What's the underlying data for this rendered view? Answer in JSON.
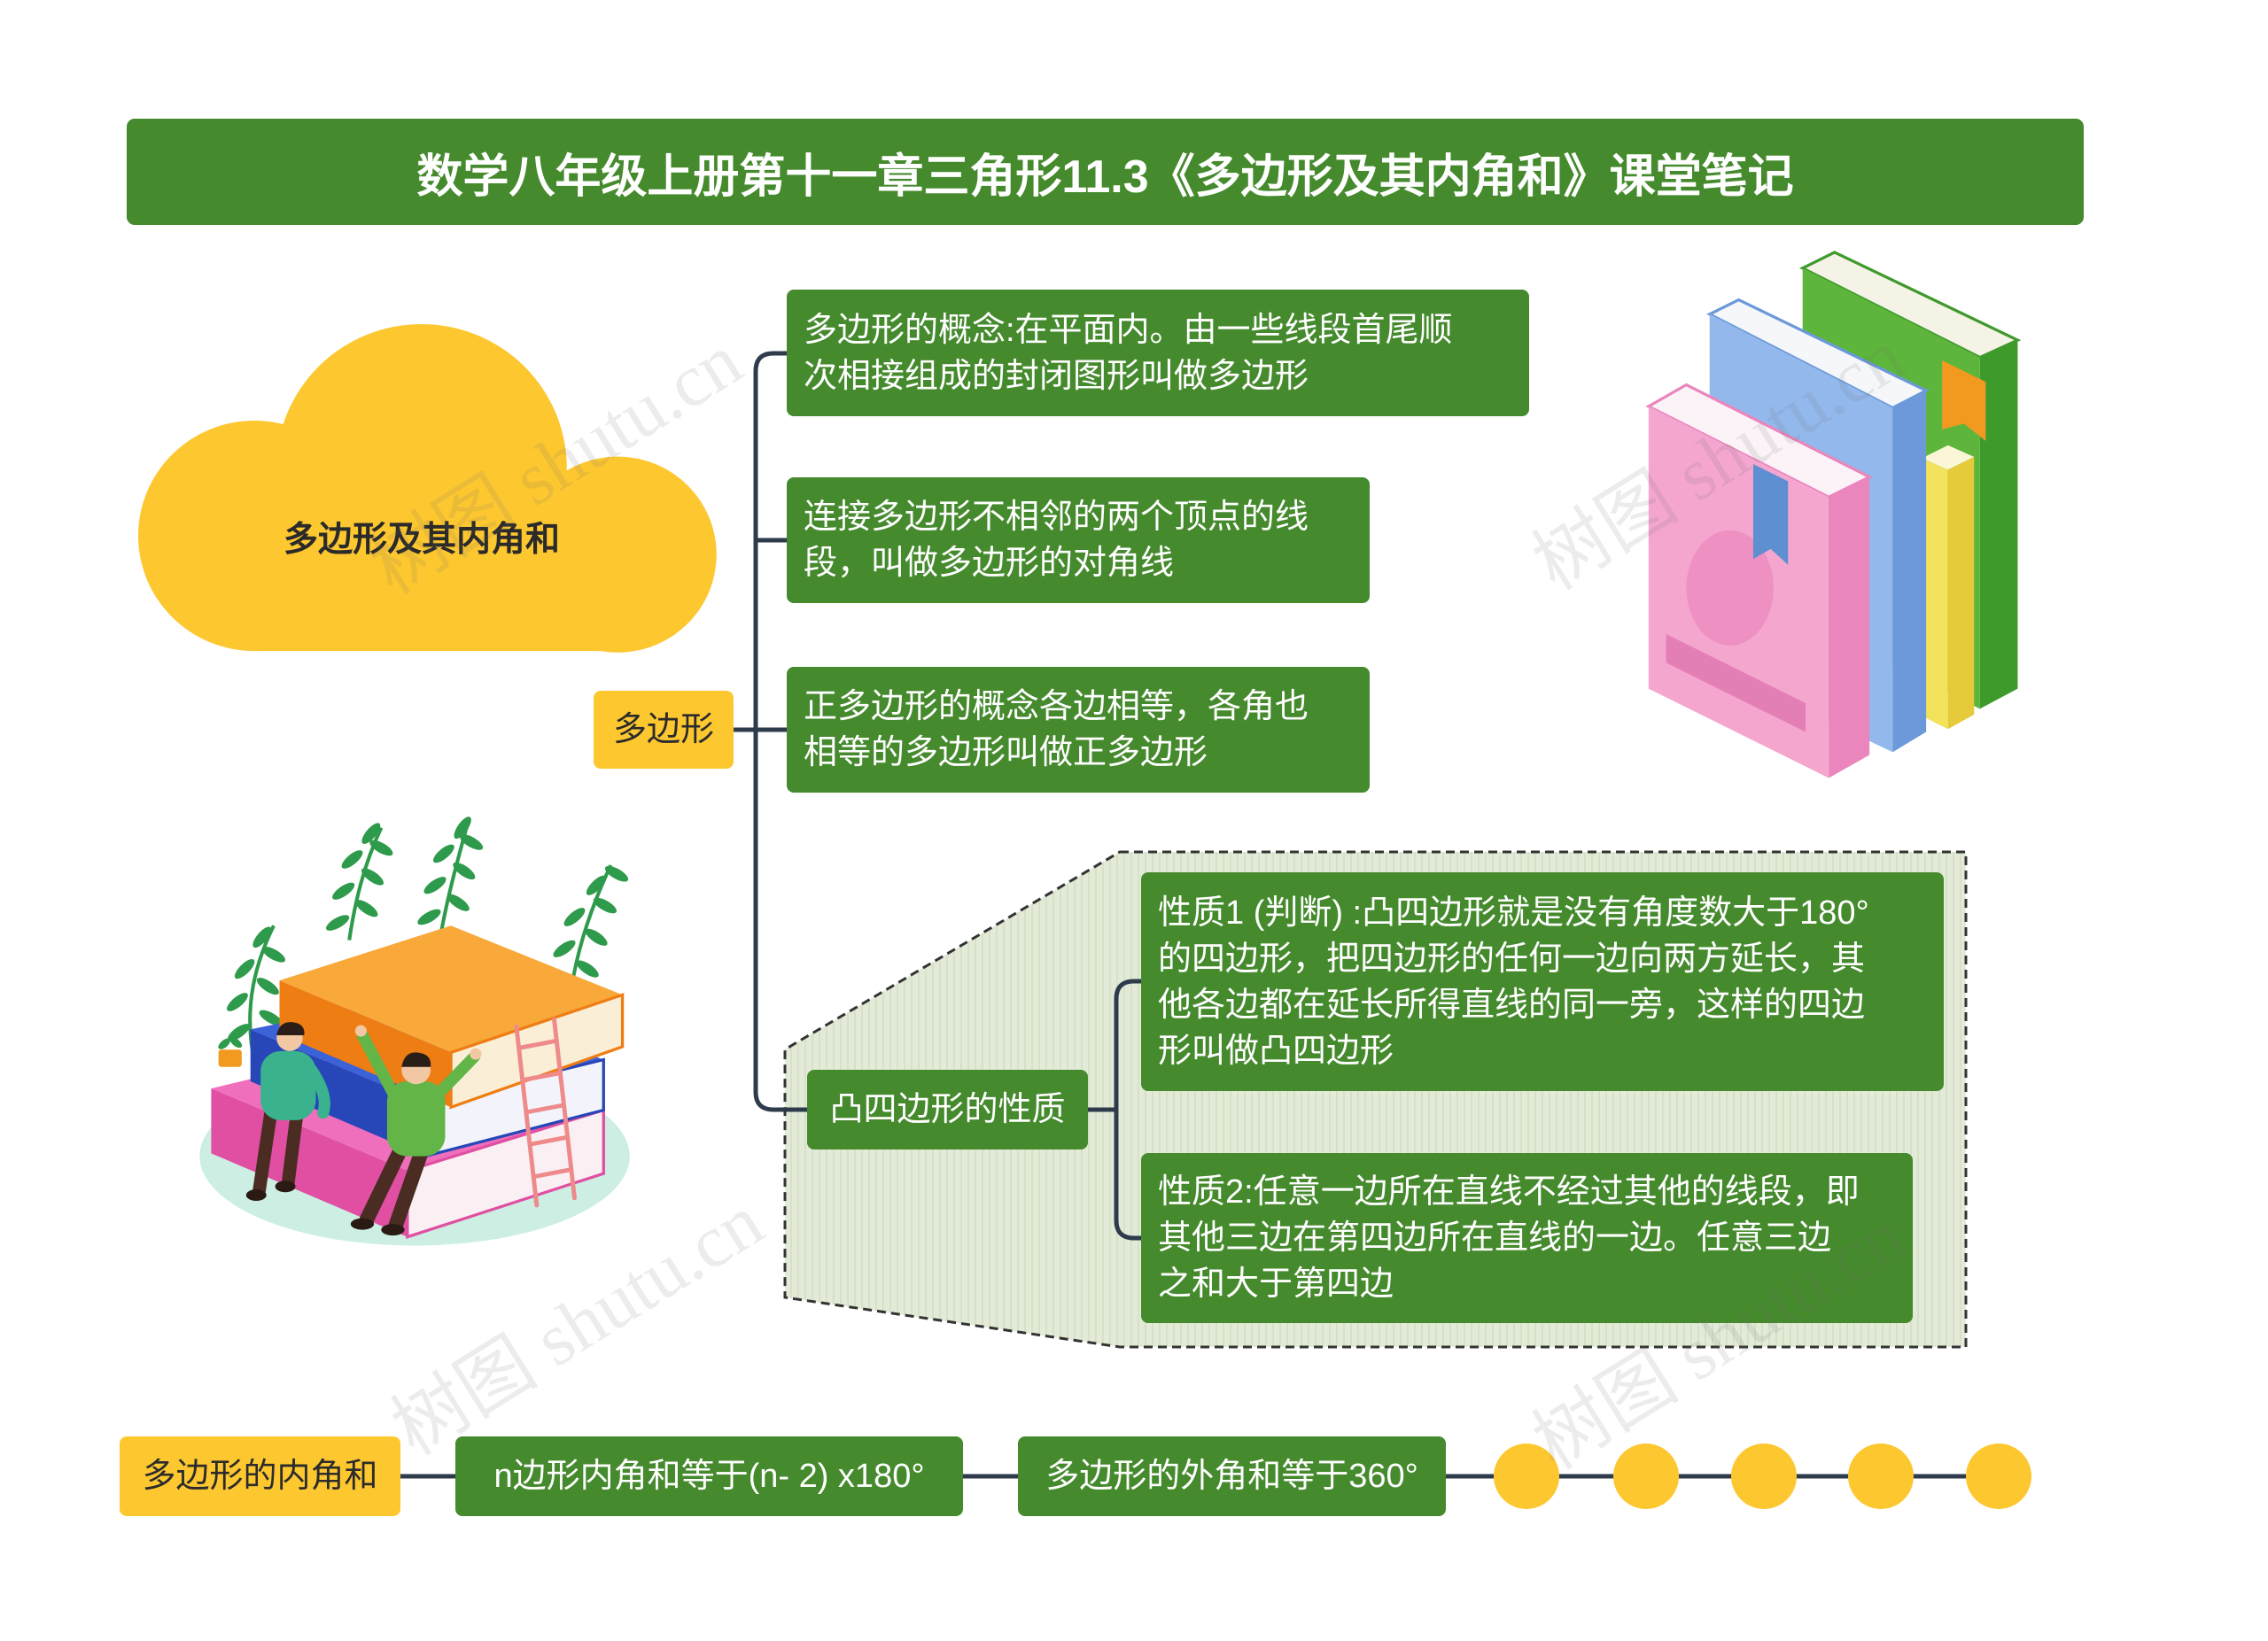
{
  "title": "数学八年级上册第十一章三角形11.3《多边形及其内角和》课堂笔记",
  "central_topic": "多边形及其内角和",
  "polygon_branch": {
    "label": "多边形",
    "definition": "多边形的概念:在平面内。由一些线段首尾顺\n次相接组成的封闭图形叫做多边形",
    "diagonal": "连接多边形不相邻的两个顶点的线\n段，叫做多边形的对角线",
    "regular": "正多边形的概念各边相等，各角也\n相等的多边形叫做正多边形",
    "convex": {
      "label": "凸四边形的性质",
      "properties": [
        "性质1 (判断) :凸四边形就是没有角度数大于180°\n的四边形，把四边形的任何一边向两方延长，其\n他各边都在延长所得直线的同一旁，这样的四边\n形叫做凸四边形",
        "性质2:任意一边所在直线不经过其他的线段，即\n其他三边在第四边所在直线的一边。任意三边\n之和大于第四边"
      ]
    }
  },
  "angle_sum_branch": {
    "label": "多边形的内角和",
    "items": [
      "n边形内角和等于(n- 2) x180°",
      "多边形的外角和等于360°"
    ]
  },
  "watermark": "树图 shutu.cn",
  "icons": {
    "top_right": "stacked-books-illustration",
    "left": "books-with-readers-illustration",
    "central": "cloud-shape"
  },
  "colors": {
    "node_green": "#458a2d",
    "node_yellow": "#fdc730",
    "connector": "#2e3b4b",
    "dashed_region": "#e3ebd8"
  }
}
